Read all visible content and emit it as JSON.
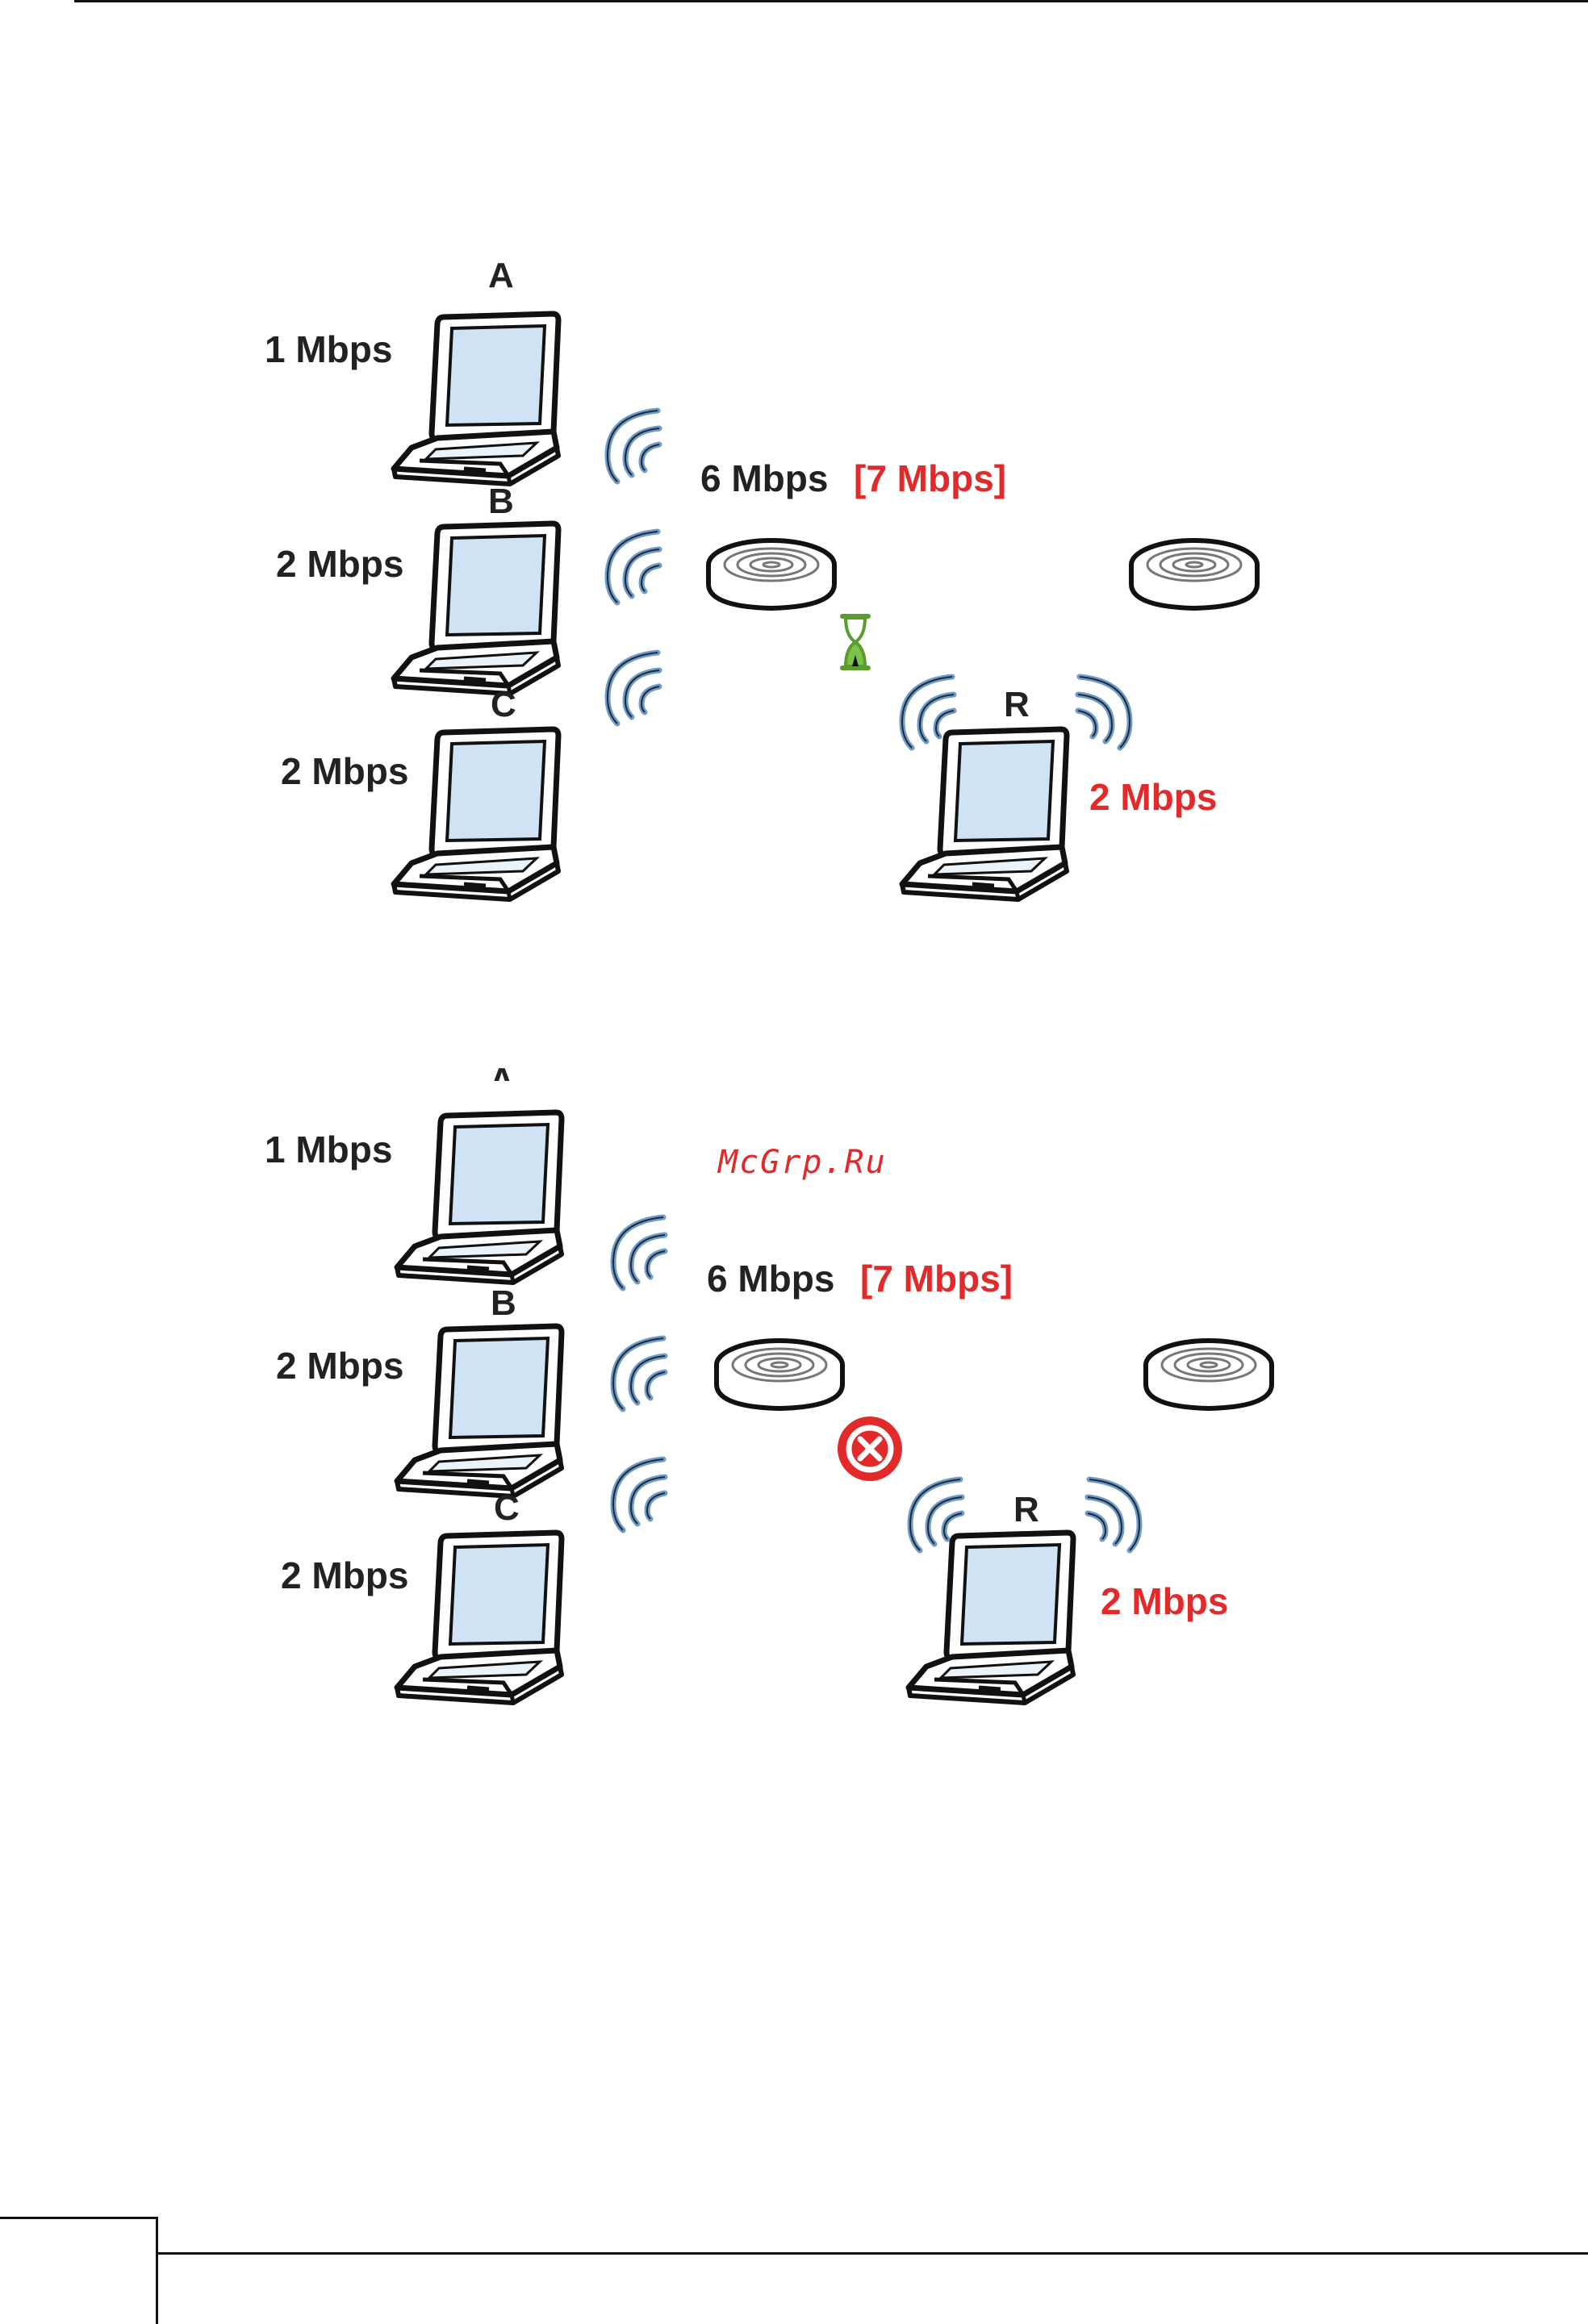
{
  "figure_top": {
    "laptops": [
      {
        "letter": "A",
        "rate": "1 Mbps"
      },
      {
        "letter": "B",
        "rate": "2 Mbps"
      },
      {
        "letter": "C",
        "rate": "2 Mbps"
      }
    ],
    "ap_rate": "6 Mbps",
    "ap_rate_extra": "[7 Mbps]",
    "repeater_letter": "R",
    "repeater_rate": "2 Mbps",
    "status_icon": "hourglass-icon"
  },
  "figure_bottom": {
    "laptops": [
      {
        "letter": "A",
        "rate": "1 Mbps"
      },
      {
        "letter": "B",
        "rate": "2 Mbps"
      },
      {
        "letter": "C",
        "rate": "2 Mbps"
      }
    ],
    "ap_rate": "6 Mbps",
    "ap_rate_extra": "[7 Mbps]",
    "repeater_letter": "R",
    "repeater_rate": "2 Mbps",
    "status_icon": "blocked-icon"
  },
  "watermark": "McGrp.Ru",
  "colors": {
    "accent_red": "#e22a2a",
    "signal_blue": "#6f9bc8",
    "laptop_screen": "#cfe3f4",
    "hourglass_green": "#7ec24a"
  }
}
